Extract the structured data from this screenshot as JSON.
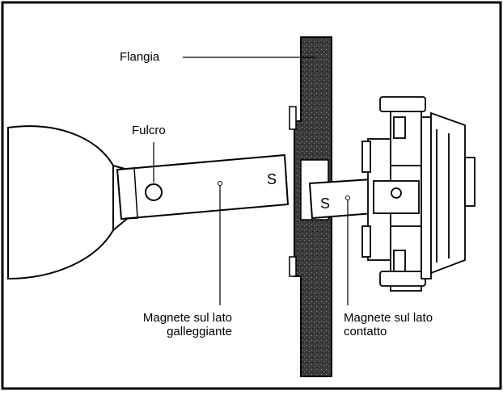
{
  "labels": {
    "flange": "Flangia",
    "fulcrum": "Fulcro",
    "float_magnet_line1": "Magnete sul lato",
    "float_magnet_line2": "galleggiante",
    "contact_magnet_line1": "Magnete sul lato",
    "contact_magnet_line2": "contatto"
  },
  "magnet_marks": {
    "float_side": "S",
    "contact_side": "S"
  },
  "colors": {
    "frame": "#000000",
    "flange_fill": "#2b2b2b",
    "float_fill": "#ffffff",
    "background": "#ffffff"
  }
}
